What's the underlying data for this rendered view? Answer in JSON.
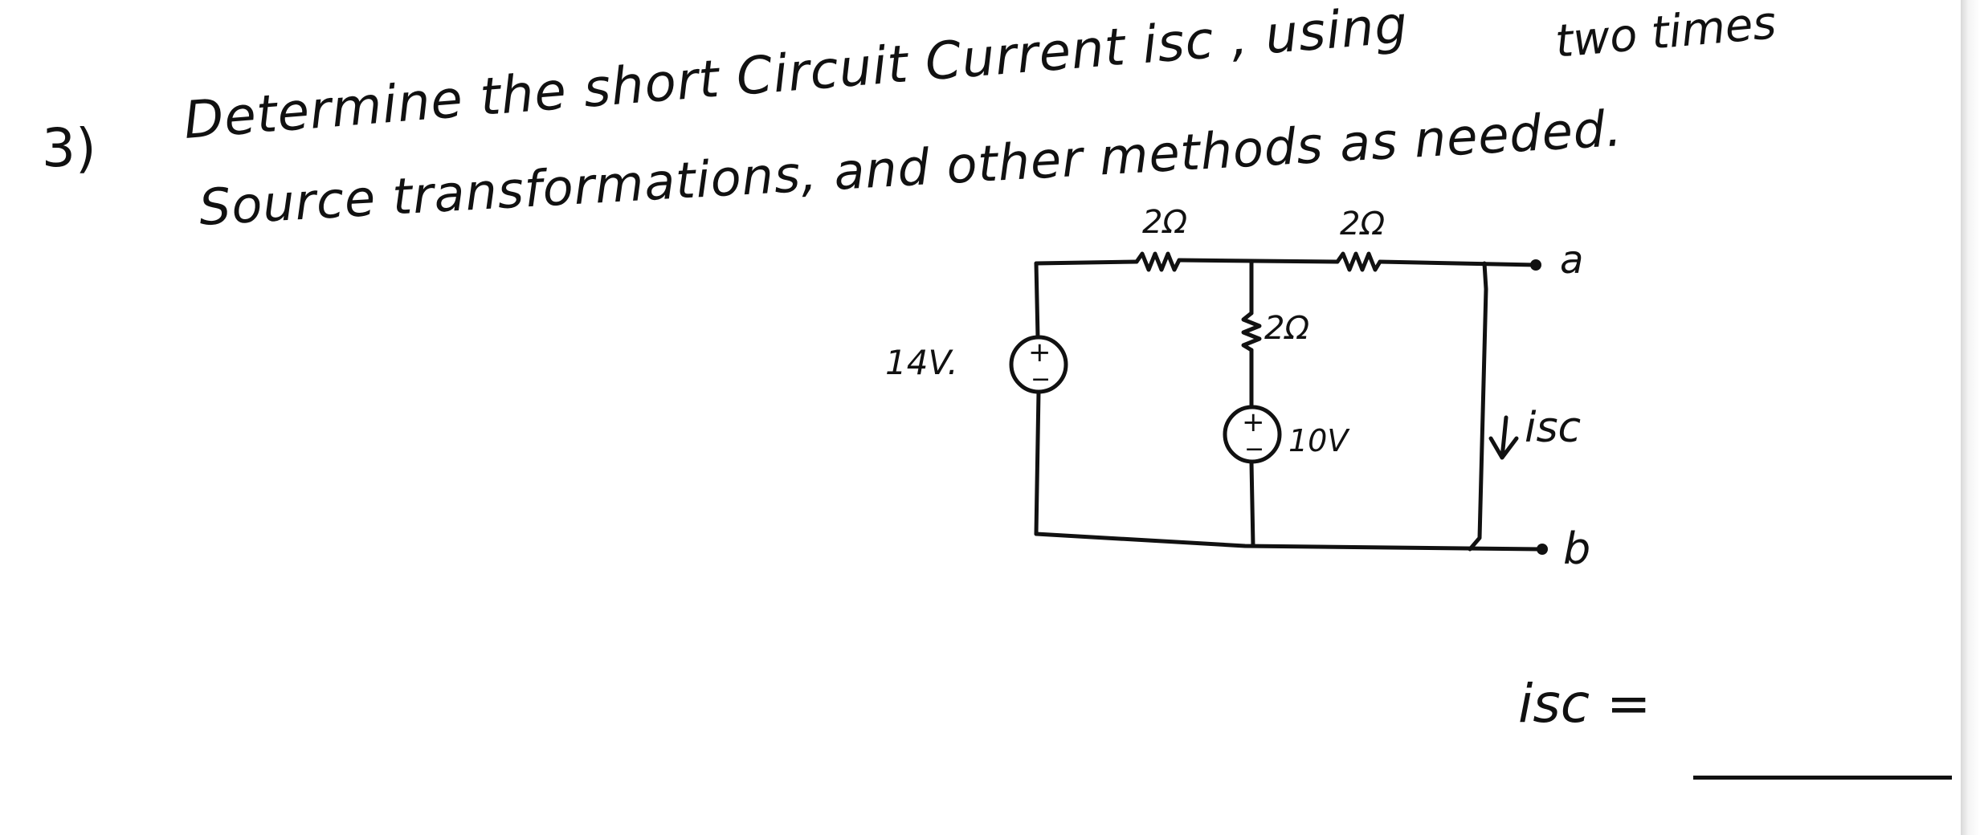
{
  "problem": {
    "number": "3)",
    "line1": "Determine the short Circuit Current isc , using",
    "two_times": "two times",
    "line2": "Source transformations, and other methods as needed."
  },
  "circuit": {
    "resistor_top_left": "2Ω",
    "resistor_top_right": "2Ω",
    "resistor_middle": "2Ω",
    "source_left": "14V.",
    "source_middle": "10V",
    "terminal_a": "a",
    "terminal_b": "b",
    "current_label": "isc",
    "source_plus": "+",
    "source_minus": "−"
  },
  "answer": {
    "label": "isc ="
  }
}
